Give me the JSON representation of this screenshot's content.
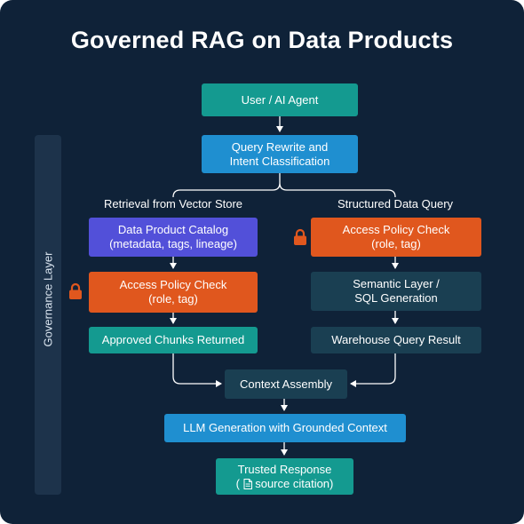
{
  "title": "Governed RAG on Data Products",
  "governance_label": "Governance Layer",
  "nodes": {
    "user": "User / AI Agent",
    "rewrite": "Query Rewrite and\nIntent Classification",
    "catalog": "Data Product Catalog\n(metadata, tags, lineage)",
    "policy_left": "Access Policy Check\n(role, tag)",
    "approved": "Approved Chunks Returned",
    "policy_right": "Access Policy Check\n(role, tag)",
    "semantic": "Semantic Layer /\nSQL Generation",
    "warehouse": "Warehouse Query Result",
    "context": "Context Assembly",
    "llm": "LLM Generation with Grounded Context",
    "trusted_line1": "Trusted Response",
    "trusted_open": "(",
    "trusted_line2": "source citation)"
  },
  "headers": {
    "left": "Retrieval from Vector Store",
    "right": "Structured Data Query"
  },
  "icons": [
    "lock-icon",
    "document-icon"
  ],
  "colors": {
    "background": "#0f2238",
    "teal": "#149a90",
    "blue": "#1f8fd0",
    "purple": "#5250d9",
    "orange": "#e0571e",
    "dark": "#1a3f52",
    "lock": "#e0571e"
  }
}
